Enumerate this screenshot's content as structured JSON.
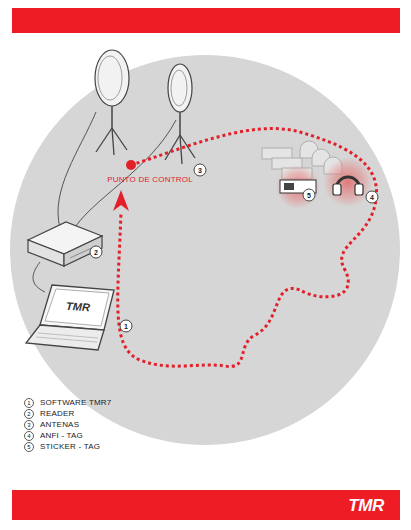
{
  "diagram": {
    "labels": [
      "PUNTO DE CONTROL",
      "1",
      "2",
      "3",
      "4",
      "5",
      "1",
      "2",
      "3",
      "4",
      "5",
      "TMR",
      "TMR"
    ],
    "legend": [
      {
        "text": "SOFTWARE TMR7"
      },
      {
        "text": "READER"
      },
      {
        "text": "ANTENAS"
      },
      {
        "text": "ANFI - TAG"
      },
      {
        "text": "STICKER - TAG"
      }
    ]
  }
}
